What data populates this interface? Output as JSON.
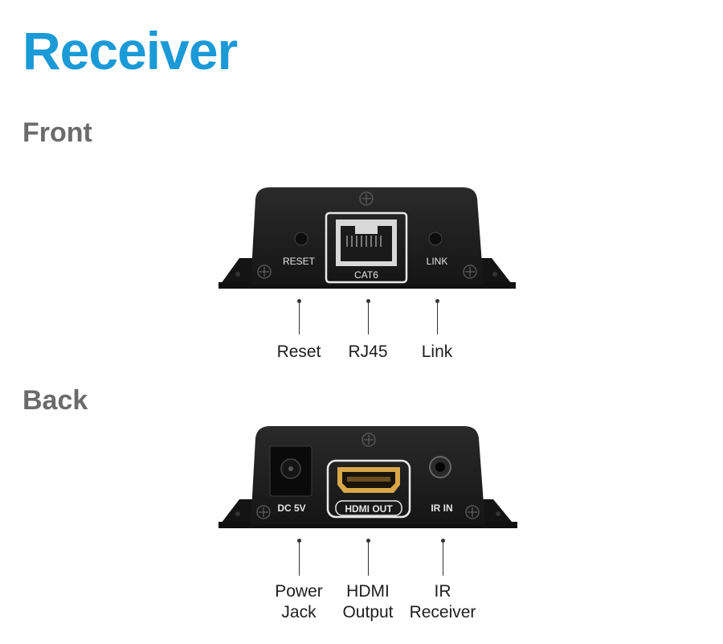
{
  "title": "Receiver",
  "front": {
    "heading": "Front",
    "panel_labels": {
      "reset": "RESET",
      "cat6": "CAT6",
      "link": "LINK"
    },
    "callouts": [
      {
        "id": "reset",
        "lines": [
          "Reset"
        ]
      },
      {
        "id": "rj45",
        "lines": [
          "RJ45"
        ]
      },
      {
        "id": "link",
        "lines": [
          "Link"
        ]
      }
    ]
  },
  "back": {
    "heading": "Back",
    "panel_labels": {
      "dc": "DC 5V",
      "hdmi": "HDMI OUT",
      "ir": "IR IN"
    },
    "callouts": [
      {
        "id": "power",
        "lines": [
          "Power",
          "Jack"
        ]
      },
      {
        "id": "hdmi",
        "lines": [
          "HDMI",
          "Output"
        ]
      },
      {
        "id": "ir",
        "lines": [
          "IR",
          "Receiver"
        ]
      }
    ]
  },
  "colors": {
    "title": "#1a9ad6",
    "heading": "#6b6b6b",
    "device": "#1c1c1c",
    "hdmi_gold": "#d8a848"
  }
}
